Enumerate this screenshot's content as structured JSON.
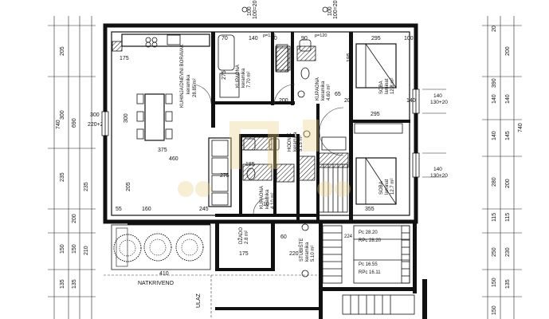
{
  "top_labels": {
    "axis_left": "100",
    "axis_left2": "100=20",
    "axis_right": "100",
    "axis_right2": "100=20"
  },
  "room_dims_top": [
    "70",
    "140",
    "70",
    "90",
    "295",
    "100"
  ],
  "room_dims_small": [
    "p=120",
    "p=120"
  ],
  "rooms": {
    "living": {
      "name": "KUHINJA/DNEVNI BORAVAK",
      "floor": "keramika",
      "area": "28.85 m²"
    },
    "bath1": {
      "name": "KUPAONA",
      "floor": "keramika",
      "area": "7.70 m²"
    },
    "bath2": {
      "name": "KUPAONA",
      "floor": "keramika",
      "area": "4.60 m²"
    },
    "sobaA": {
      "name": "SOBA",
      "floor": "laminat",
      "area": "12.8 m²"
    },
    "hodnik": {
      "name": "HODNIK",
      "floor": "keramika",
      "area": "5.15 m²"
    },
    "kupaonaB": {
      "name": "KUPAONA",
      "floor": "keramika",
      "area": "4.10 m²"
    },
    "sobaB": {
      "name": "SOBA",
      "floor": "laminat",
      "area": "12.7 m²"
    },
    "dzaz": {
      "name": "DŽADO",
      "area": "2.8 m²"
    },
    "stube": {
      "name": "STUBIŠTE",
      "floor": "keramika",
      "area": "5.10 m²"
    },
    "natkriveno": {
      "name": "NATKRIVENO"
    },
    "ulaz": {
      "name": "ULAZ"
    }
  },
  "interior_dims": [
    "175",
    "300",
    "375",
    "460",
    "205",
    "55",
    "160",
    "245",
    "275",
    "200",
    "140",
    "65",
    "20",
    "195",
    "295",
    "410",
    "175",
    "60",
    "220",
    "355",
    "185",
    "10",
    "275"
  ],
  "left_dims_outer": [
    "205",
    "300",
    "235",
    "200",
    "150",
    "135",
    "740"
  ],
  "left_dims_inner": [
    "690",
    "300",
    "220+20",
    "235",
    "210",
    "150",
    "135"
  ],
  "right_dims_outer": [
    "20",
    "140",
    "390",
    "140",
    "280",
    "115",
    "250",
    "230"
  ],
  "right_dims_inner": [
    "200",
    "140",
    "145",
    "740",
    "115",
    "200",
    "150",
    "135",
    "150"
  ],
  "window_labels": [
    "140",
    "130+20",
    "140",
    "130+20"
  ],
  "stair_labels": [
    "224",
    "Pc 28.20",
    "RPc 28.20",
    "Pc 16.55",
    "RPc 16.11"
  ]
}
